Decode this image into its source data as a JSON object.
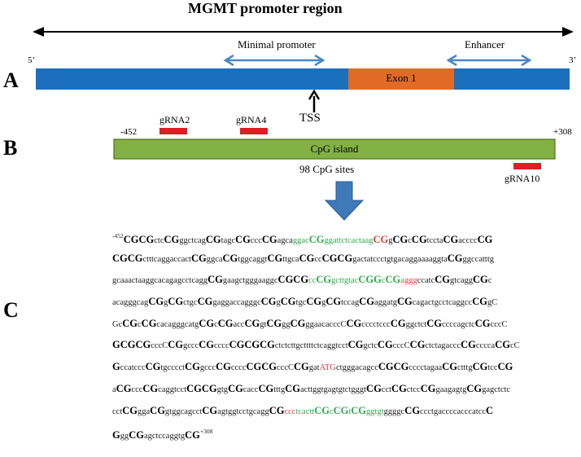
{
  "region_title": "MGMT promoter region",
  "panels": {
    "a": "A",
    "b": "B",
    "c": "C"
  },
  "panel_a": {
    "five_prime": "5’",
    "three_prime": "3’",
    "minimal_promoter": "Minimal promoter",
    "enhancer": "Enhancer",
    "exon": "Exon 1",
    "tss": "TSS"
  },
  "panel_b": {
    "start": "-452",
    "end": "+308",
    "cpg_island": "CpG island",
    "cpg_sites": "98 CpG sites",
    "grna_left": "gRNA2",
    "grna_mid": "gRNA4",
    "grna_right": "gRNA10"
  },
  "colors": {
    "bar_blue": "#1b6fbd",
    "exon_orange": "#e06a26",
    "cpg_green": "#82b042",
    "grna_red": "#e11d24",
    "arrow_blue": "#3f79b8",
    "seq_green": "#2eaa4a",
    "seq_red": "#e53838"
  },
  "sequence": {
    "start_pos": "-452",
    "end_pos": "+308",
    "lines": [
      [
        [
          "b",
          "CGCG"
        ],
        [
          "n",
          "ctc"
        ],
        [
          "b",
          "CG"
        ],
        [
          "n",
          "ggctcag"
        ],
        [
          "b",
          "CG"
        ],
        [
          "n",
          "tagc"
        ],
        [
          "b",
          "CG"
        ],
        [
          "n",
          "ccc"
        ],
        [
          "b",
          "CG"
        ],
        [
          "n",
          "agca"
        ],
        [
          "g",
          "ggac"
        ],
        [
          "gb",
          "CG"
        ],
        [
          "g",
          "ggattctcactaag"
        ],
        [
          "rb",
          "CG"
        ],
        [
          "n",
          "g"
        ],
        [
          "b",
          "CG"
        ],
        [
          "n",
          "c"
        ],
        [
          "b",
          "CG"
        ],
        [
          "n",
          "tccta"
        ],
        [
          "b",
          "CG"
        ],
        [
          "n",
          "acccc"
        ],
        [
          "b",
          "CG"
        ]
      ],
      [
        [
          "b",
          "CGCG"
        ],
        [
          "n",
          "ctttcaggaccact"
        ],
        [
          "b",
          "CG"
        ],
        [
          "n",
          "ggca"
        ],
        [
          "b",
          "CG"
        ],
        [
          "n",
          "tggcaggt"
        ],
        [
          "b",
          "CG"
        ],
        [
          "n",
          "ttgca"
        ],
        [
          "b",
          "CG"
        ],
        [
          "n",
          "cc"
        ],
        [
          "b",
          "CGCG"
        ],
        [
          "n",
          "gactatccctgtgacaggaaaaggta"
        ],
        [
          "b",
          "CG"
        ],
        [
          "n",
          "ggccatttg"
        ]
      ],
      [
        [
          "n",
          "gcaaactaaggcacagagcctcagg"
        ],
        [
          "b",
          "CG"
        ],
        [
          "n",
          "gaagctgggaaggc"
        ],
        [
          "b",
          "CGCG"
        ],
        [
          "g",
          "cc"
        ],
        [
          "gb",
          "CG"
        ],
        [
          "g",
          "gcttgtac"
        ],
        [
          "gb",
          "CGG"
        ],
        [
          "g",
          "c"
        ],
        [
          "gb",
          "CG"
        ],
        [
          "g",
          "a"
        ],
        [
          "r",
          "ggg"
        ],
        [
          "n",
          "ccatc"
        ],
        [
          "b",
          "CG"
        ],
        [
          "n",
          "gtcagg"
        ],
        [
          "b",
          "CG"
        ],
        [
          "n",
          "c"
        ]
      ],
      [
        [
          "n",
          "acagggcag"
        ],
        [
          "b",
          "CG"
        ],
        [
          "n",
          "g"
        ],
        [
          "b",
          "CG"
        ],
        [
          "n",
          "ctgc"
        ],
        [
          "b",
          "CG"
        ],
        [
          "n",
          "gaggaccagggc"
        ],
        [
          "b",
          "CG"
        ],
        [
          "n",
          "g"
        ],
        [
          "b",
          "CG"
        ],
        [
          "n",
          "tgc"
        ],
        [
          "b",
          "CG"
        ],
        [
          "n",
          "g"
        ],
        [
          "b",
          "CG"
        ],
        [
          "n",
          "tccag"
        ],
        [
          "b",
          "CG"
        ],
        [
          "n",
          "aggatg"
        ],
        [
          "b",
          "CG"
        ],
        [
          "n",
          "cagactgcctcaggcc"
        ],
        [
          "b",
          "CG"
        ],
        [
          "n",
          "gC"
        ]
      ],
      [
        [
          "n",
          "Gc"
        ],
        [
          "b",
          "CG"
        ],
        [
          "n",
          "c"
        ],
        [
          "b",
          "CG"
        ],
        [
          "n",
          "cacagggcatg"
        ],
        [
          "b",
          "CG"
        ],
        [
          "n",
          "c"
        ],
        [
          "b",
          "CG"
        ],
        [
          "n",
          "acc"
        ],
        [
          "b",
          "CG"
        ],
        [
          "n",
          "gt"
        ],
        [
          "b",
          "CG"
        ],
        [
          "n",
          "gg"
        ],
        [
          "b",
          "CG"
        ],
        [
          "n",
          "ggaacacccC"
        ],
        [
          "b",
          "CG"
        ],
        [
          "n",
          "cccctccc"
        ],
        [
          "b",
          "CG"
        ],
        [
          "n",
          "ggctct"
        ],
        [
          "b",
          "CG"
        ],
        [
          "n",
          "ccccagctc"
        ],
        [
          "b",
          "CG"
        ],
        [
          "n",
          "cccC"
        ]
      ],
      [
        [
          "b",
          "GCGCG"
        ],
        [
          "n",
          "cccC"
        ],
        [
          "b",
          "CG"
        ],
        [
          "n",
          "gccc"
        ],
        [
          "b",
          "CG"
        ],
        [
          "n",
          "cccc"
        ],
        [
          "b",
          "CGCGCG"
        ],
        [
          "n",
          "ctctcttgcttttctcaggtcct"
        ],
        [
          "b",
          "CG"
        ],
        [
          "n",
          "gctc"
        ],
        [
          "b",
          "CG"
        ],
        [
          "n",
          "cccC"
        ],
        [
          "b",
          "CG"
        ],
        [
          "n",
          "ctctagaccc"
        ],
        [
          "b",
          "CG"
        ],
        [
          "n",
          "cccca"
        ],
        [
          "b",
          "CG"
        ],
        [
          "n",
          "cC"
        ]
      ],
      [
        [
          "b",
          "G"
        ],
        [
          "n",
          "ccatccc"
        ],
        [
          "b",
          "CG"
        ],
        [
          "n",
          "tgcccct"
        ],
        [
          "b",
          "CG"
        ],
        [
          "n",
          "gccc"
        ],
        [
          "b",
          "CG"
        ],
        [
          "n",
          "cccc"
        ],
        [
          "b",
          "CGCG"
        ],
        [
          "n",
          "cccC"
        ],
        [
          "b",
          "CG"
        ],
        [
          "n",
          "gat"
        ],
        [
          "r",
          "ATG"
        ],
        [
          "n",
          "ctgggacagcc"
        ],
        [
          "b",
          "CGCG"
        ],
        [
          "n",
          "cccctagaa"
        ],
        [
          "b",
          "CG"
        ],
        [
          "n",
          "ctttg"
        ],
        [
          "b",
          "CG"
        ],
        [
          "n",
          "tcc"
        ],
        [
          "b",
          "CG"
        ]
      ],
      [
        [
          "n",
          "a"
        ],
        [
          "b",
          "CG"
        ],
        [
          "n",
          "ccc"
        ],
        [
          "b",
          "CG"
        ],
        [
          "n",
          "caggtcct"
        ],
        [
          "b",
          "CGCG"
        ],
        [
          "n",
          "gtg"
        ],
        [
          "b",
          "CG"
        ],
        [
          "n",
          "cacc"
        ],
        [
          "b",
          "CG"
        ],
        [
          "n",
          "tttg"
        ],
        [
          "b",
          "CG"
        ],
        [
          "n",
          "acttggtgagtgtctgggt"
        ],
        [
          "b",
          "CG"
        ],
        [
          "n",
          "cct"
        ],
        [
          "b",
          "CG"
        ],
        [
          "n",
          "ctcc"
        ],
        [
          "b",
          "CG"
        ],
        [
          "n",
          "gaagagtg"
        ],
        [
          "b",
          "CG"
        ],
        [
          "n",
          "gagctctc"
        ]
      ],
      [
        [
          "n",
          "cct"
        ],
        [
          "b",
          "CG"
        ],
        [
          "n",
          "gga"
        ],
        [
          "b",
          "CG"
        ],
        [
          "n",
          "gtggcagcct"
        ],
        [
          "b",
          "CG"
        ],
        [
          "n",
          "agtggtcctgcagg"
        ],
        [
          "b",
          "CG"
        ],
        [
          "r",
          "ccc"
        ],
        [
          "g",
          "tcactt"
        ],
        [
          "gb",
          "CG"
        ],
        [
          "g",
          "c"
        ],
        [
          "gb",
          "CG"
        ],
        [
          "g",
          "t"
        ],
        [
          "gb",
          "CG"
        ],
        [
          "g",
          "ggtgt"
        ],
        [
          "n",
          "ggggc"
        ],
        [
          "b",
          "CG"
        ],
        [
          "n",
          "ccctgaccccacccatcc"
        ],
        [
          "b",
          "C"
        ]
      ],
      [
        [
          "b",
          "G"
        ],
        [
          "n",
          "gg"
        ],
        [
          "b",
          "CG"
        ],
        [
          "n",
          "agctccaggtg"
        ],
        [
          "b",
          "CG"
        ]
      ]
    ]
  }
}
